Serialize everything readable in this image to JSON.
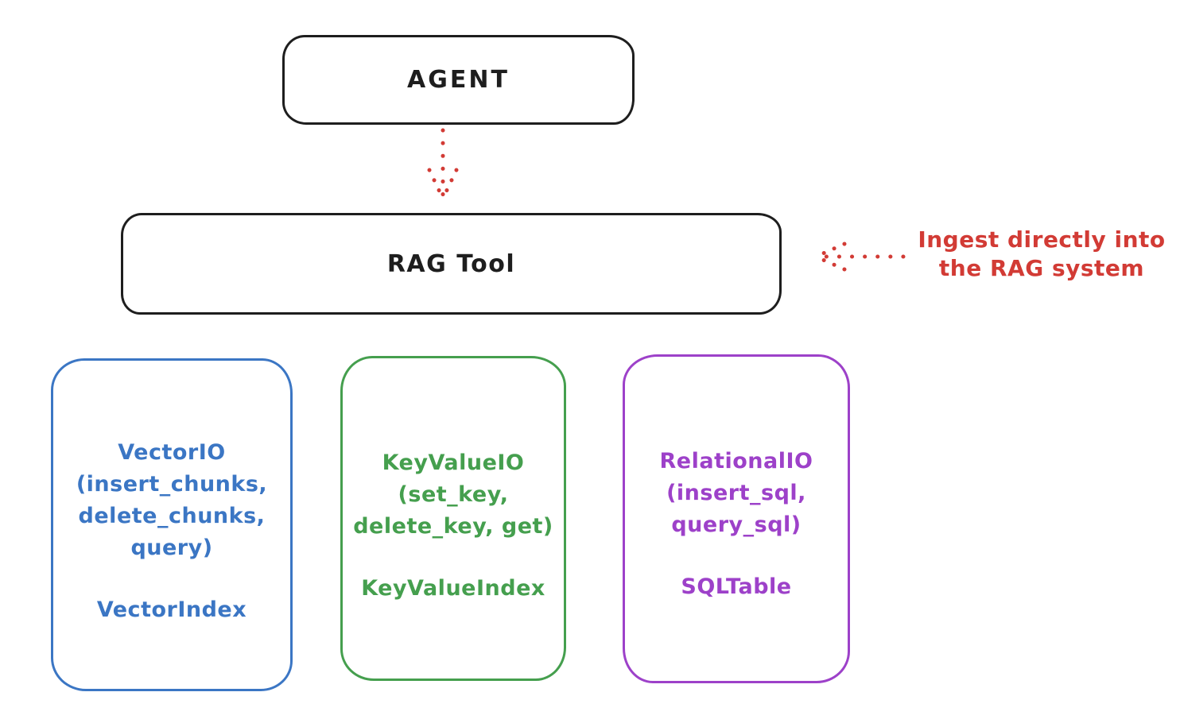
{
  "diagram": {
    "nodes": {
      "agent": {
        "label": "AGENT"
      },
      "rag_tool": {
        "label": "RAG Tool"
      }
    },
    "connector_agent_to_rag": {
      "type": "dotted-down-arrow",
      "color": "#d23b35"
    },
    "annotation": {
      "arrow_type": "dotted-left-arrow",
      "color": "#d23b35",
      "line1": "Ingest directly into",
      "line2": "the RAG system"
    },
    "io_boxes": [
      {
        "title": "VectorIO",
        "methods_line1": "(insert_chunks,",
        "methods_line2": "delete_chunks,",
        "methods_line3": "query)",
        "index_label": "VectorIndex",
        "color": "#3b76c4"
      },
      {
        "title": "KeyValueIO",
        "methods_line1": "(set_key,",
        "methods_line2": "delete_key, get)",
        "index_label": "KeyValueIndex",
        "color": "#459f4e"
      },
      {
        "title": "RelationalIO",
        "methods_line1": "(insert_sql,",
        "methods_line2": "query_sql)",
        "index_label": "SQLTable",
        "color": "#9d41c9"
      }
    ]
  }
}
